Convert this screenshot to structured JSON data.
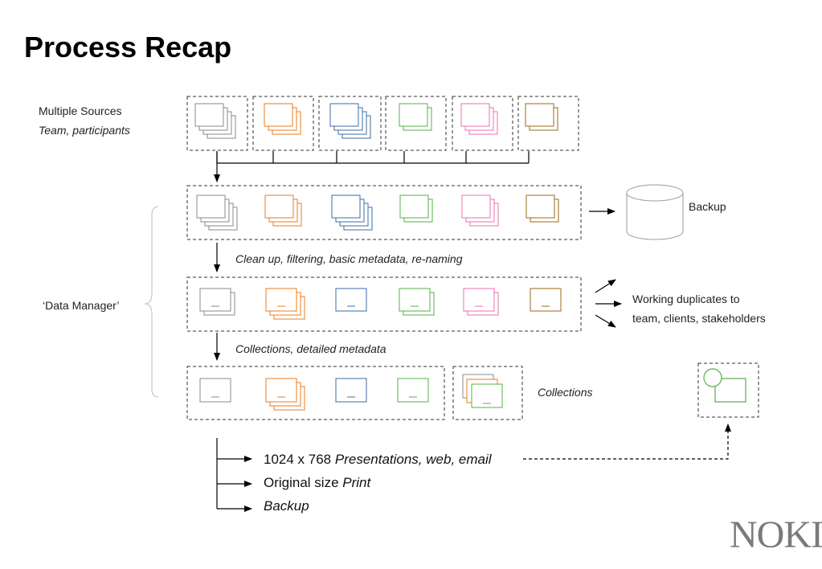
{
  "title": "Process Recap",
  "sources_label": {
    "line1": "Multiple Sources",
    "line2": "Team, participants"
  },
  "data_manager_label": "‘Data Manager’",
  "backup_label": "Backup",
  "step1_caption": "Clean up, filtering, basic metadata, re-naming",
  "step2_caption": "Collections, detailed metadata",
  "working_duplicates": {
    "line1": "Working duplicates to",
    "line2": "team, clients, stakeholders"
  },
  "collections_label": "Collections",
  "outputs": [
    {
      "plain": "1024 x 768 ",
      "italic": "Presentations, web, email"
    },
    {
      "plain": "Original size ",
      "italic": "Print"
    },
    {
      "plain": "",
      "italic": "Backup"
    }
  ],
  "logo": "NOKIA",
  "colors": {
    "source_colors": [
      "#8a8a8a",
      "#ee7b1c",
      "#3b6ea5",
      "#56b047",
      "#ec6fb0",
      "#9b6a14"
    ],
    "collection_highlight": "#56b047",
    "dash": "#333333",
    "bracket": "#c8c8c8"
  }
}
